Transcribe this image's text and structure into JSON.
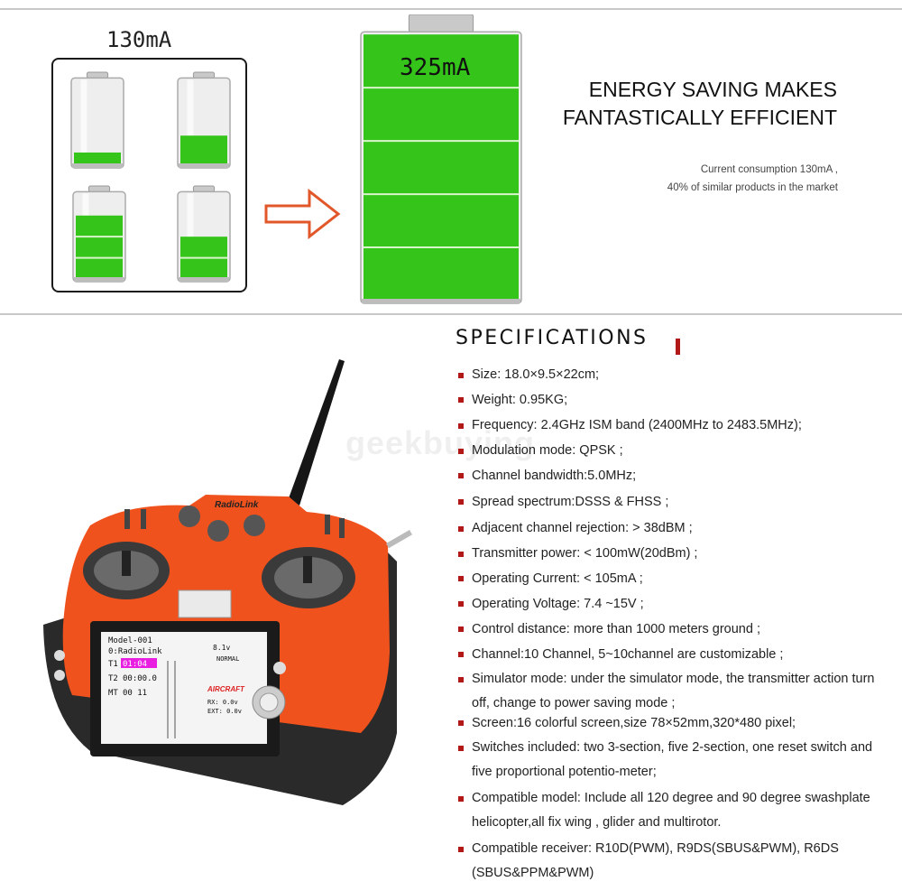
{
  "comparison": {
    "small_label": "130mA",
    "big_label": "325mA",
    "small_battery_levels": [
      0.15,
      0.35,
      0.75,
      0.5
    ],
    "big_battery_level": 1.0,
    "battery_color": "#34c41a",
    "arrow_color": "#e2572a"
  },
  "headline": {
    "line1": "ENERGY SAVING MAKES",
    "line2": "FANTASTICALLY EFFICIENT"
  },
  "note": {
    "line1": "Current consumption 130mA ,",
    "line2": "40% of similar products in the market"
  },
  "specs": {
    "title": "SPECIFICATIONS",
    "accent_color": "#b11818",
    "items": [
      "Size: 18.0×9.5×22cm;",
      "Weight: 0.95KG;",
      "Frequency: 2.4GHz ISM band (2400MHz to 2483.5MHz);",
      "Modulation mode: QPSK ;",
      "Channel bandwidth:5.0MHz;",
      "Spread spectrum:DSSS & FHSS ;",
      "Adjacent channel rejection: > 38dBM ;",
      "Transmitter power: < 100mW(20dBm) ;",
      "Operating Current: < 105mA ;",
      "Operating Voltage: 7.4 ~15V ;",
      "Control distance: more than 1000 meters ground ;",
      "Channel:10 Channel, 5~10channel are customizable ;",
      "Simulator mode: under the simulator mode, the transmitter action turn off, change to power saving mode ;",
      "Screen:16 colorful screen,size 78×52mm,320*480 pixel;",
      "Switches included: two 3-section, five 2-section, one reset switch and five proportional potentio-meter;",
      "Compatible model: Include all 120 degree and 90 degree swashplate helicopter,all fix wing , glider and multirotor.",
      "Compatible receiver: R10D(PWM), R9DS(SBUS&PWM), R6DS (SBUS&PPM&PWM)"
    ]
  },
  "transmitter": {
    "brand": "RadioLink",
    "screen": {
      "model_line": "Model-001",
      "name_line": "0:RadioLink",
      "voltage": "8.1v",
      "mode": "NORMAL",
      "t1_label": "T1",
      "t1_value": "01:04",
      "t2_label": "T2",
      "t2_value": "00:00.0",
      "mt_label": "MT",
      "mt_value": "00 11",
      "type": "AIRCRAFT",
      "rx": "RX: 0.0v",
      "ext": "EXT: 0.0v"
    }
  },
  "watermark": "geekbuying"
}
